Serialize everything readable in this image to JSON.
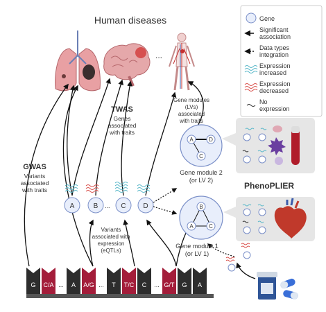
{
  "title": "Human diseases",
  "legend": {
    "gene": "Gene",
    "significant": [
      "Significant",
      "association"
    ],
    "integration": [
      "Data types",
      "integration"
    ],
    "expr_up": [
      "Expression",
      "increased"
    ],
    "expr_down": [
      "Expression",
      "decreased"
    ],
    "no_expr": [
      "No",
      "expression"
    ]
  },
  "gwas": {
    "title": "GWAS",
    "desc": [
      "Variants",
      "associated",
      "with traits"
    ]
  },
  "twas": {
    "title": "TWAS",
    "desc": [
      "Genes",
      "associated",
      "with traits"
    ]
  },
  "eqtl_desc": [
    "Variants",
    "associated with",
    "expression",
    "(eQTLs)"
  ],
  "modules_desc": [
    "Gene modules",
    "(LVs)",
    "associated",
    "with traits"
  ],
  "genes": [
    "A",
    "B",
    "C",
    "D"
  ],
  "ellipsis": "...",
  "dna": [
    {
      "label": "G",
      "variant": false
    },
    {
      "label": "C/A",
      "variant": true
    },
    {
      "label": "...",
      "variant": false,
      "gap": true
    },
    {
      "label": "A",
      "variant": false
    },
    {
      "label": "A/G",
      "variant": true
    },
    {
      "label": "...",
      "variant": false,
      "gap": true
    },
    {
      "label": "T",
      "variant": false
    },
    {
      "label": "T/C",
      "variant": true
    },
    {
      "label": "C",
      "variant": false
    },
    {
      "label": "...",
      "variant": false,
      "gap": true
    },
    {
      "label": "G/T",
      "variant": true
    },
    {
      "label": "G",
      "variant": false
    },
    {
      "label": "A",
      "variant": false
    }
  ],
  "module2": {
    "label": [
      "Gene module 2",
      "(or LV 2)"
    ],
    "nodes": [
      "A",
      "D",
      "C"
    ]
  },
  "module1": {
    "label": [
      "Gene module 1",
      "(or LV 1)"
    ],
    "nodes": [
      "B",
      "A",
      "C"
    ]
  },
  "phenoplier": "PhenoPLIER",
  "colors": {
    "gene_fill": "#e8eefb",
    "gene_stroke": "#7a8fc8",
    "variant": "#a31d3a",
    "base": "#2d2d2d",
    "expr_up": "#5bb8c9",
    "expr_down": "#d9534f"
  }
}
